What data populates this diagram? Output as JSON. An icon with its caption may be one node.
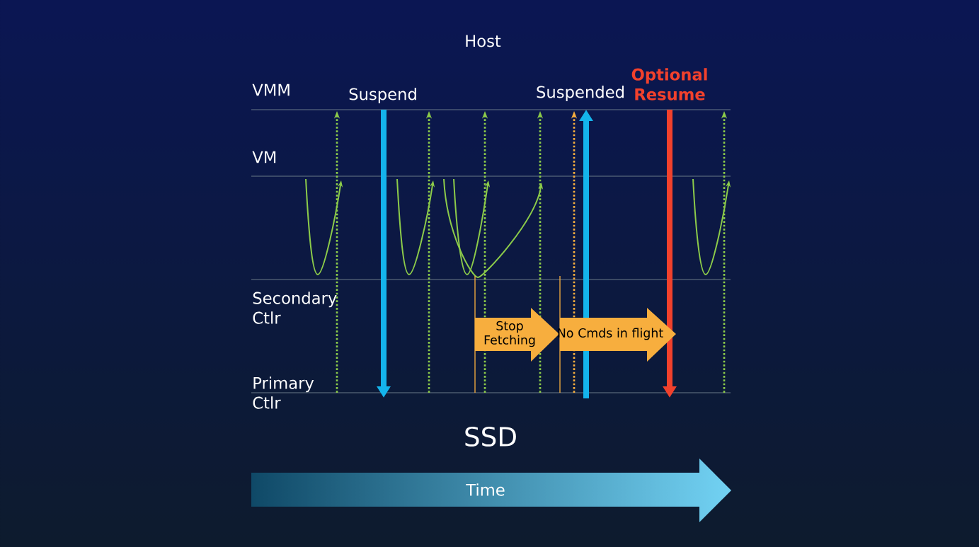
{
  "diagram": {
    "nodes": [
      {
        "text": [
          "Stop Fetching"
        ]
      },
      {
        "text": [
          "No Cmds in flight"
        ]
      },
      {
        "text": [
          "Time"
        ]
      }
    ],
    "labels": [
      "Host",
      "VMM",
      "Suspend",
      "Suspended",
      "Optional Resume",
      "VM",
      "Secondary Ctlr",
      "Primary Ctlr",
      "SSD"
    ]
  }
}
